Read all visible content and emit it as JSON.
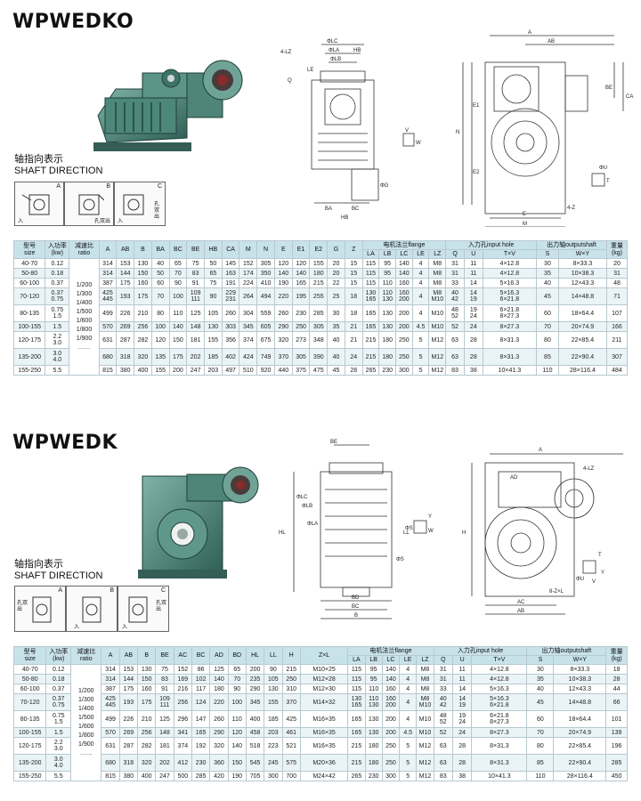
{
  "sections": [
    {
      "title": "WPWEDKO",
      "shaft_cn": "轴指向表示",
      "shaft_en": "SHAFT DIRECTION",
      "dir_labels": [
        "A",
        "B",
        "C"
      ],
      "dir_text": [
        "入",
        "孔双出",
        "入",
        "孔双出"
      ],
      "dim_labels": {
        "side": [
          "ΦLC",
          "ΦLA",
          "ΦLB",
          "HB",
          "4-LZ",
          "Q",
          "LE",
          "ΦG",
          "BA",
          "BC",
          "HB"
        ],
        "front": [
          "A",
          "AB",
          "BE",
          "CA",
          "E1",
          "N",
          "E2",
          "E",
          "M",
          "4-Z"
        ],
        "detail": [
          "T",
          "ΦU",
          "V",
          "W"
        ]
      },
      "header": {
        "size": [
          "型号",
          "size"
        ],
        "power": [
          "入功率",
          "(kw)"
        ],
        "ratio": [
          "减速比",
          "ratio"
        ],
        "cols": [
          "A",
          "AB",
          "B",
          "BA",
          "BC",
          "BE",
          "HB",
          "CA",
          "M",
          "N",
          "E",
          "E1",
          "E2",
          "G",
          "Z"
        ],
        "flange": "电机法兰flange",
        "flange_cols": [
          "LA",
          "LB",
          "LC",
          "LE",
          "LZ"
        ],
        "input": "入力孔input hole",
        "input_cols": [
          "Q",
          "U",
          "T×V"
        ],
        "output": "出力轴outputshaft",
        "output_cols": [
          "S",
          "W×Y"
        ],
        "weight": [
          "重量",
          "(kg)"
        ]
      },
      "ratios": [
        "1/200",
        "1/300",
        "1/400",
        "1/500",
        "1/600",
        "1/800",
        "1/900",
        "……"
      ],
      "rows": [
        {
          "size": "40-70",
          "power": [
            "0.12"
          ],
          "vals": [
            "314",
            "153",
            "130",
            "40",
            "65",
            "75",
            "50",
            "145",
            "152",
            "305",
            "120",
            "120",
            "155",
            "20",
            "15"
          ],
          "fl": [
            "115",
            "95",
            "140",
            "4",
            "M8"
          ],
          "inp": [
            "31",
            "11",
            "4×12.8"
          ],
          "out": [
            "30",
            "8×33.3"
          ],
          "wt": "20"
        },
        {
          "size": "50-80",
          "power": [
            "0.18"
          ],
          "vals": [
            "314",
            "144",
            "150",
            "50",
            "70",
            "83",
            "65",
            "163",
            "174",
            "350",
            "140",
            "140",
            "180",
            "20",
            "15"
          ],
          "fl": [
            "115",
            "95",
            "140",
            "4",
            "M8"
          ],
          "inp": [
            "31",
            "11",
            "4×12.8"
          ],
          "out": [
            "35",
            "10×38.3"
          ],
          "wt": "31"
        },
        {
          "size": "60-100",
          "power": [
            "0.37"
          ],
          "vals": [
            "387",
            "175",
            "160",
            "60",
            "90",
            "91",
            "75",
            "191",
            "224",
            "410",
            "190",
            "165",
            "215",
            "22",
            "15"
          ],
          "fl": [
            "115",
            "110",
            "160",
            "4",
            "M8"
          ],
          "inp": [
            "33",
            "14",
            "5×16.3"
          ],
          "out": [
            "40",
            "12×43.3"
          ],
          "wt": "48"
        },
        {
          "size": "70-120",
          "power": [
            "0.37",
            "0.75"
          ],
          "vals": [
            "425/445",
            "193",
            "175",
            "70",
            "100",
            "109/111",
            "90",
            "229/231",
            "264",
            "494",
            "220",
            "195",
            "255",
            "25",
            "18"
          ],
          "fl": [
            "130/165",
            "110/130",
            "160/200",
            "4",
            "M8/M10"
          ],
          "inp": [
            "40/42",
            "14/19",
            "5×16.3/6×21.8"
          ],
          "out": [
            "45",
            "14×48.8"
          ],
          "wt": "71"
        },
        {
          "size": "80-135",
          "power": [
            "0.75",
            "1.5"
          ],
          "vals": [
            "499",
            "226",
            "210",
            "80",
            "110",
            "125",
            "105",
            "260",
            "304",
            "559",
            "260",
            "230",
            "285",
            "30",
            "18"
          ],
          "fl": [
            "165",
            "130",
            "200",
            "4",
            "M10"
          ],
          "inp": [
            "48/52",
            "19/24",
            "6×21.8/8×27.3"
          ],
          "out": [
            "60",
            "18×64.4"
          ],
          "wt": "107"
        },
        {
          "size": "100-155",
          "power": [
            "1.5"
          ],
          "vals": [
            "570",
            "269",
            "256",
            "100",
            "140",
            "148",
            "130",
            "303",
            "345",
            "605",
            "290",
            "250",
            "305",
            "35",
            "21"
          ],
          "fl": [
            "165",
            "130",
            "200",
            "4.5",
            "M10"
          ],
          "inp": [
            "52",
            "24",
            "8×27.3"
          ],
          "out": [
            "70",
            "20×74.9"
          ],
          "wt": "166"
        },
        {
          "size": "120-175",
          "power": [
            "2.2",
            "3.0"
          ],
          "vals": [
            "631",
            "287",
            "282",
            "120",
            "150",
            "181",
            "155",
            "356",
            "374",
            "675",
            "320",
            "273",
            "348",
            "40",
            "21"
          ],
          "fl": [
            "215",
            "180",
            "250",
            "5",
            "M12"
          ],
          "inp": [
            "63",
            "28",
            "8×31.3"
          ],
          "out": [
            "80",
            "22×85.4"
          ],
          "wt": "211"
        },
        {
          "size": "135-200",
          "power": [
            "3.0",
            "4.0"
          ],
          "vals": [
            "680",
            "318",
            "320",
            "135",
            "175",
            "202",
            "185",
            "402",
            "424",
            "749",
            "370",
            "305",
            "390",
            "40",
            "24"
          ],
          "fl": [
            "215",
            "180",
            "250",
            "5",
            "M12"
          ],
          "inp": [
            "63",
            "28",
            "8×31.3"
          ],
          "out": [
            "85",
            "22×90.4"
          ],
          "wt": "307"
        },
        {
          "size": "155-250",
          "power": [
            "5.5"
          ],
          "vals": [
            "815",
            "380",
            "400",
            "155",
            "200",
            "247",
            "203",
            "497",
            "510",
            "920",
            "440",
            "375",
            "475",
            "45",
            "28"
          ],
          "fl": [
            "265",
            "230",
            "300",
            "5",
            "M12"
          ],
          "inp": [
            "83",
            "38",
            "10×41.3"
          ],
          "out": [
            "110",
            "28×116.4"
          ],
          "wt": "484"
        }
      ]
    },
    {
      "title": "WPWEDK",
      "shaft_cn": "轴指向表示",
      "shaft_en": "SHAFT DIRECTION",
      "dir_labels": [
        "A",
        "B",
        "C"
      ],
      "dir_text": [
        "孔双出",
        "入",
        "入",
        "孔双出"
      ],
      "dim_labels": {
        "side": [
          "BE",
          "ΦLC",
          "ΦLB",
          "ΦLA",
          "BD",
          "BC",
          "B",
          "HL",
          "ΦS",
          "LL"
        ],
        "front": [
          "A",
          "4-LZ",
          "AD",
          "H",
          "8-Z×L",
          "AC",
          "AB",
          "T",
          "ΦU",
          "V",
          "Y"
        ],
        "detail": [
          "Y",
          "ΦS",
          "W"
        ]
      },
      "header": {
        "size": [
          "型号",
          "size"
        ],
        "power": [
          "入功率",
          "(kw)"
        ],
        "ratio": [
          "减速比",
          "ratio"
        ],
        "cols": [
          "A",
          "AB",
          "B",
          "BE",
          "AC",
          "BC",
          "AD",
          "BD",
          "HL",
          "LL",
          "H",
          "Z×L"
        ],
        "flange": "电机法兰flange",
        "flange_cols": [
          "LA",
          "LB",
          "LC",
          "LE",
          "LZ"
        ],
        "input": "入力孔input hole",
        "input_cols": [
          "Q",
          "U",
          "T×V"
        ],
        "output": "出力轴outputshaft",
        "output_cols": [
          "S",
          "W×Y"
        ],
        "weight": [
          "重量",
          "(kg)"
        ]
      },
      "ratios": [
        "1/200",
        "1/300",
        "1/400",
        "1/500",
        "1/600",
        "1/800",
        "1/900",
        "……"
      ],
      "rows": [
        {
          "size": "40-70",
          "power": [
            "0.12"
          ],
          "vals": [
            "314",
            "153",
            "130",
            "75",
            "152",
            "86",
            "125",
            "65",
            "200",
            "90",
            "215",
            "M10×25"
          ],
          "fl": [
            "115",
            "95",
            "140",
            "4",
            "M8"
          ],
          "inp": [
            "31",
            "11",
            "4×12.8"
          ],
          "out": [
            "30",
            "8×33.3"
          ],
          "wt": "18"
        },
        {
          "size": "50-80",
          "power": [
            "0.18"
          ],
          "vals": [
            "314",
            "144",
            "150",
            "83",
            "169",
            "102",
            "140",
            "70",
            "235",
            "105",
            "250",
            "M12×28"
          ],
          "fl": [
            "115",
            "95",
            "140",
            "4",
            "M8"
          ],
          "inp": [
            "31",
            "11",
            "4×12.8"
          ],
          "out": [
            "35",
            "10×38.3"
          ],
          "wt": "28"
        },
        {
          "size": "60-100",
          "power": [
            "0.37"
          ],
          "vals": [
            "387",
            "175",
            "160",
            "91",
            "216",
            "117",
            "180",
            "90",
            "290",
            "130",
            "310",
            "M12×30"
          ],
          "fl": [
            "115",
            "110",
            "160",
            "4",
            "M8"
          ],
          "inp": [
            "33",
            "14",
            "5×16.3"
          ],
          "out": [
            "40",
            "12×43.3"
          ],
          "wt": "44"
        },
        {
          "size": "70-120",
          "power": [
            "0.37",
            "0.75"
          ],
          "vals": [
            "425/445",
            "193",
            "175",
            "109/111",
            "256",
            "124",
            "220",
            "100",
            "345",
            "155",
            "370",
            "M14×32"
          ],
          "fl": [
            "130/165",
            "110/130",
            "160/200",
            "4",
            "M8/M10"
          ],
          "inp": [
            "40/42",
            "14/19",
            "5×16.3/6×21.8"
          ],
          "out": [
            "45",
            "14×48.8"
          ],
          "wt": "66"
        },
        {
          "size": "80-135",
          "power": [
            "0.75",
            "1.5"
          ],
          "vals": [
            "499",
            "226",
            "210",
            "125",
            "296",
            "147",
            "260",
            "110",
            "400",
            "185",
            "425",
            "M16×35"
          ],
          "fl": [
            "165",
            "130",
            "200",
            "4",
            "M10"
          ],
          "inp": [
            "48/52",
            "19/24",
            "6×21.8/8×27.3"
          ],
          "out": [
            "60",
            "18×64.4"
          ],
          "wt": "101"
        },
        {
          "size": "100-155",
          "power": [
            "1.5"
          ],
          "vals": [
            "570",
            "269",
            "256",
            "148",
            "341",
            "165",
            "290",
            "120",
            "458",
            "203",
            "461",
            "M16×35"
          ],
          "fl": [
            "165",
            "130",
            "200",
            "4.5",
            "M10"
          ],
          "inp": [
            "52",
            "24",
            "8×27.3"
          ],
          "out": [
            "70",
            "20×74.9"
          ],
          "wt": "139"
        },
        {
          "size": "120-175",
          "power": [
            "2.2",
            "3.0"
          ],
          "vals": [
            "631",
            "287",
            "282",
            "181",
            "374",
            "192",
            "320",
            "140",
            "518",
            "223",
            "521",
            "M16×35"
          ],
          "fl": [
            "215",
            "180",
            "250",
            "5",
            "M12"
          ],
          "inp": [
            "63",
            "28",
            "8×31.3"
          ],
          "out": [
            "80",
            "22×85.4"
          ],
          "wt": "196"
        },
        {
          "size": "135-200",
          "power": [
            "3.0",
            "4.0"
          ],
          "vals": [
            "680",
            "318",
            "320",
            "202",
            "412",
            "230",
            "360",
            "150",
            "545",
            "245",
            "575",
            "M20×36"
          ],
          "fl": [
            "215",
            "180",
            "250",
            "5",
            "M12"
          ],
          "inp": [
            "63",
            "28",
            "8×31.3"
          ],
          "out": [
            "85",
            "22×90.4"
          ],
          "wt": "285"
        },
        {
          "size": "155-250",
          "power": [
            "5.5"
          ],
          "vals": [
            "815",
            "380",
            "400",
            "247",
            "500",
            "285",
            "420",
            "190",
            "705",
            "300",
            "700",
            "M24×42"
          ],
          "fl": [
            "265",
            "230",
            "300",
            "5",
            "M12"
          ],
          "inp": [
            "83",
            "38",
            "10×41.3"
          ],
          "out": [
            "110",
            "28×116.4"
          ],
          "wt": "450"
        }
      ]
    }
  ]
}
